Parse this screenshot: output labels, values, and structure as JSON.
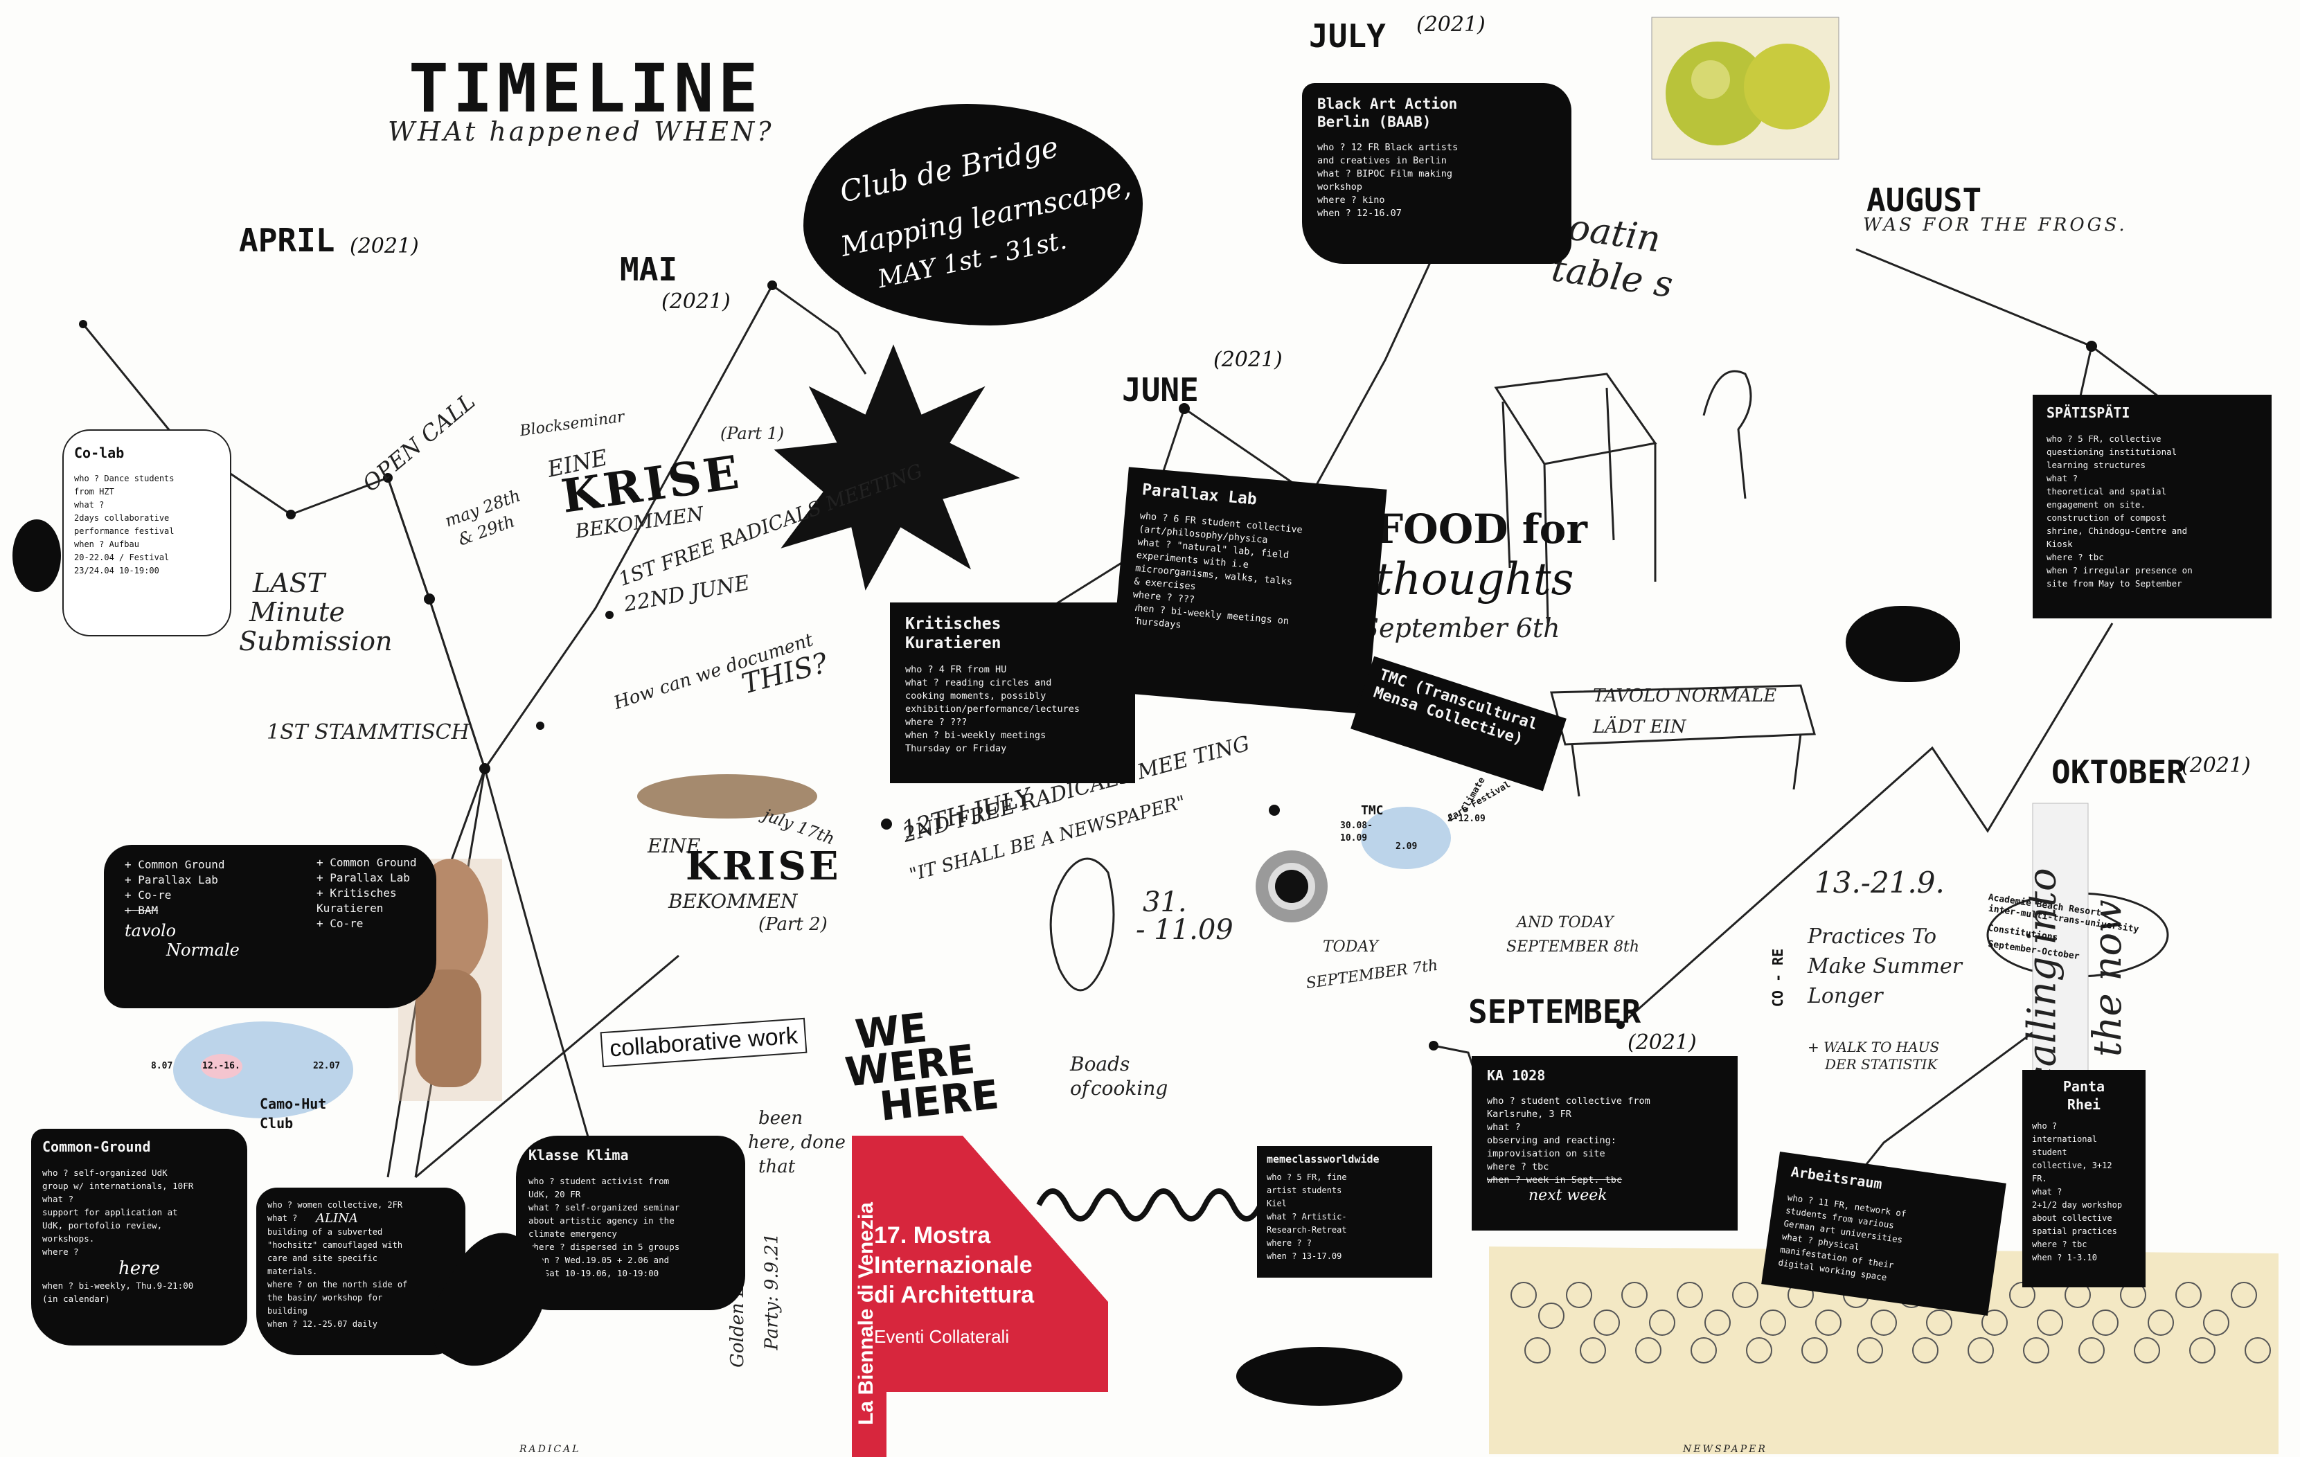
{
  "header": {
    "title": "TIMELINE",
    "subtitle": "WHAt happened WHEN?"
  },
  "months": {
    "april": {
      "name": "APRIL",
      "year": "(2021)"
    },
    "mai": {
      "name": "MAI",
      "year": "(2021)"
    },
    "june": {
      "name": "JUNE",
      "year": "(2021)"
    },
    "july": {
      "name": "JULY",
      "year": "(2021)"
    },
    "august": {
      "name": "AUGUST",
      "note": "WAS FOR THE FROGS."
    },
    "september": {
      "name": "SEPTEMBER",
      "year": "(2021)"
    },
    "oktober": {
      "name": "OKTOBER",
      "year": "(2021)"
    }
  },
  "annotations": {
    "club_de_bridge": [
      "Club de Bridge",
      "Mapping learnscape,",
      "MAY 1st - 31st."
    ],
    "open_call": "OPEN CALL",
    "last_minute": [
      "LAST",
      "Minute",
      "Submission"
    ],
    "blockseminar": "Blockseminar",
    "krise1_dates": [
      "may 28th",
      "& 29th"
    ],
    "krise1": [
      "EINE",
      "KRISE",
      "BEKOMMEN"
    ],
    "part1": "(Part 1)",
    "meeting1": [
      "22ND JUNE",
      "1ST FREE RADICALS MEETING"
    ],
    "how_document": [
      "How can we document",
      "THIS?"
    ],
    "stammtisch": "1ST STAMMTISCH",
    "krise2_date": "july 17th",
    "krise2": [
      "EINE",
      "KRISE",
      "BEKOMMEN",
      "(Part 2)"
    ],
    "meeting2": [
      "12TH JULY",
      "2ND FREE RADICALS MEE TING",
      "\"IT SHALL BE A NEWSPAPER\""
    ],
    "floating": [
      "floatin",
      "table s"
    ],
    "food": [
      "FOOD for",
      "thoughts",
      "September 6th"
    ],
    "tavolo": [
      "TAVOLO NORMALE",
      "LÄDT EIN"
    ],
    "date_31": [
      "31.",
      "- 11.09"
    ],
    "boat": [
      "Boads",
      "of",
      "cooking"
    ],
    "today7": [
      "TODAY",
      "SEPTEMBER 7th"
    ],
    "today8": [
      "AND TODAY",
      "SEPTEMBER 8th"
    ],
    "practices_dates": "13.-21.9.",
    "practices": [
      "Practices To",
      "Make Summer",
      "Longer"
    ],
    "walk": [
      "+ WALK TO HAUS",
      "DER STATISTIK"
    ],
    "co_re": "CO - RE",
    "collab": "collaborative work",
    "we_were_here": [
      "WE",
      "WERE",
      "HERE"
    ],
    "been_here": [
      "been",
      "here, done",
      "that"
    ],
    "golden_lion": [
      "Golden Lion",
      "Party: 9.9.21"
    ],
    "calling": [
      "calling into",
      "the now"
    ],
    "academie": [
      "Academie Beach Resort",
      "inter-multi-trans-university",
      "Constitutions",
      "September-October"
    ],
    "blue_dates": [
      "8.07",
      "12.-16.",
      "22.07"
    ],
    "camo": [
      "Camo-Hut",
      "Club"
    ],
    "tmc_small": [
      "TMC",
      "30.08-",
      "10.09",
      "2.09"
    ],
    "climate": [
      "Climate",
      "Care Festival",
      "2-12.09"
    ],
    "tavolo_normale_note": [
      "tavolo",
      "Normale"
    ],
    "next_week": "next week",
    "here_note": "here",
    "aline": "ALINA",
    "footer_left": "RADICAL",
    "footer_right": "NEWSPAPER"
  },
  "biennale": {
    "vertical": "La Biennale di Venezia",
    "line1": "17. Mostra",
    "line2": "Internazionale",
    "line3": "di Architettura",
    "line4": "Eventi Collaterali"
  },
  "cards": {
    "colab": {
      "title": "Co-lab",
      "lines": [
        "who ? Dance students",
        "from HZT",
        "what ?",
        "2days collaborative",
        "performance festival",
        "when ? Aufbau",
        "20-22.04 / Festival",
        "23/24.04 10-19:00"
      ]
    },
    "baab": {
      "title": "Black Art Action",
      "title2": "Berlin (BAAB)",
      "lines": [
        "who ? 12 FR Black artists",
        "and creatives in Berlin",
        "what ? BIPOC Film making",
        "workshop",
        "where ? kino",
        "when ? 12-16.07"
      ]
    },
    "parallax": {
      "title": "Parallax Lab",
      "lines": [
        "who ? 6 FR student collective",
        "(art/philosophy/physica",
        "what ? \"natural\" lab, field",
        "experiments with i.e",
        "microorganisms, walks, talks",
        "& exercises",
        "where ? ???",
        "when ? bi-weekly meetings on",
        "Thursdays"
      ]
    },
    "kritisches": {
      "title": "Kritisches",
      "title2": "Kuratieren",
      "lines": [
        "who ? 4 FR from HU",
        "what ? reading circles and",
        "cooking moments, possibly",
        "exhibition/performance/lectures",
        "where ? ???",
        "when ? bi-weekly meetings",
        "Thursday or Friday"
      ]
    },
    "spati": {
      "title": "SPÄTISPÄTI",
      "lines": [
        "who ? 5 FR, collective",
        "questioning institutional",
        "learning structures",
        "what ?",
        "theoretical and spatial",
        "engagement on site.",
        "construction of compost",
        "shrine, Chindogu-Centre and",
        "Kiosk",
        "where ? tbc",
        "when ? irregular presence on",
        "site from May to September"
      ]
    },
    "tmc": {
      "title": "TMC (Transcultural",
      "title2": "Mensa Collective)"
    },
    "list1": {
      "lines": [
        "+ Common Ground",
        "+ Parallax Lab",
        "+ Co-re",
        "+ BAM"
      ]
    },
    "list2": {
      "lines": [
        "+ Common Ground",
        "+ Parallax Lab",
        "+ Kritisches",
        "  Kuratieren",
        "+ Co-re"
      ]
    },
    "commonground": {
      "title": "Common-Ground",
      "lines": [
        "who ? self-organized UdK",
        "group w/ internationals, 10FR",
        "what ?",
        "support for application at",
        "UdK, portofolio review,",
        "workshops.",
        "where ?",
        "",
        "when ? bi-weekly, Thu.9-21:00",
        "(in calendar)"
      ]
    },
    "aline": {
      "lines": [
        "who ? women collective, 2FR",
        "what ?",
        "building of a subverted",
        "\"hochsitz\" camouflaged with",
        "care and site specific",
        "materials.",
        "where ? on the north side of",
        "the basin/ workshop for",
        "building",
        "when ? 12.-25.07 daily"
      ]
    },
    "klima": {
      "title": "Klasse Klima",
      "lines": [
        "who ? student activist from",
        "UdK, 20 FR",
        "what ? self-organized seminar",
        "about artistic agency in the",
        "climate emergency",
        "where ? dispersed in 5 groups",
        "when ? Wed.19.05 + 2.06 and",
        "Fr/Sat 10-19.06, 10-19:00"
      ]
    },
    "ka1028": {
      "title": "KA 1028",
      "lines": [
        "who ? student collective from",
        "Karlsruhe, 3 FR",
        "what ?",
        "observing and reacting:",
        "improvisation on site",
        "where ? tbc",
        "when ? week in Sept. tbc"
      ]
    },
    "meme": {
      "title": "memeclassworldwide",
      "lines": [
        "who ? 5 FR, fine",
        "artist students",
        "Kiel",
        "what ? Artistic-",
        "Research-Retreat",
        "where ? ?",
        "when ? 13-17.09"
      ]
    },
    "arbeits": {
      "title": "Arbeitsraum",
      "lines": [
        "who ? 11 FR, network of",
        "students from various",
        "German art universities",
        "what ? physical",
        "manifestation of their",
        "digital working space"
      ]
    },
    "panta": {
      "title": "Panta",
      "title2": "Rhei",
      "lines": [
        "who ?",
        "international",
        "student",
        "collective, 3+12",
        "FR.",
        "what ?",
        "2+1/2 day workshop",
        "about collective",
        "spatial practices",
        "where ? tbc",
        "when ? 1-3.10"
      ]
    }
  }
}
